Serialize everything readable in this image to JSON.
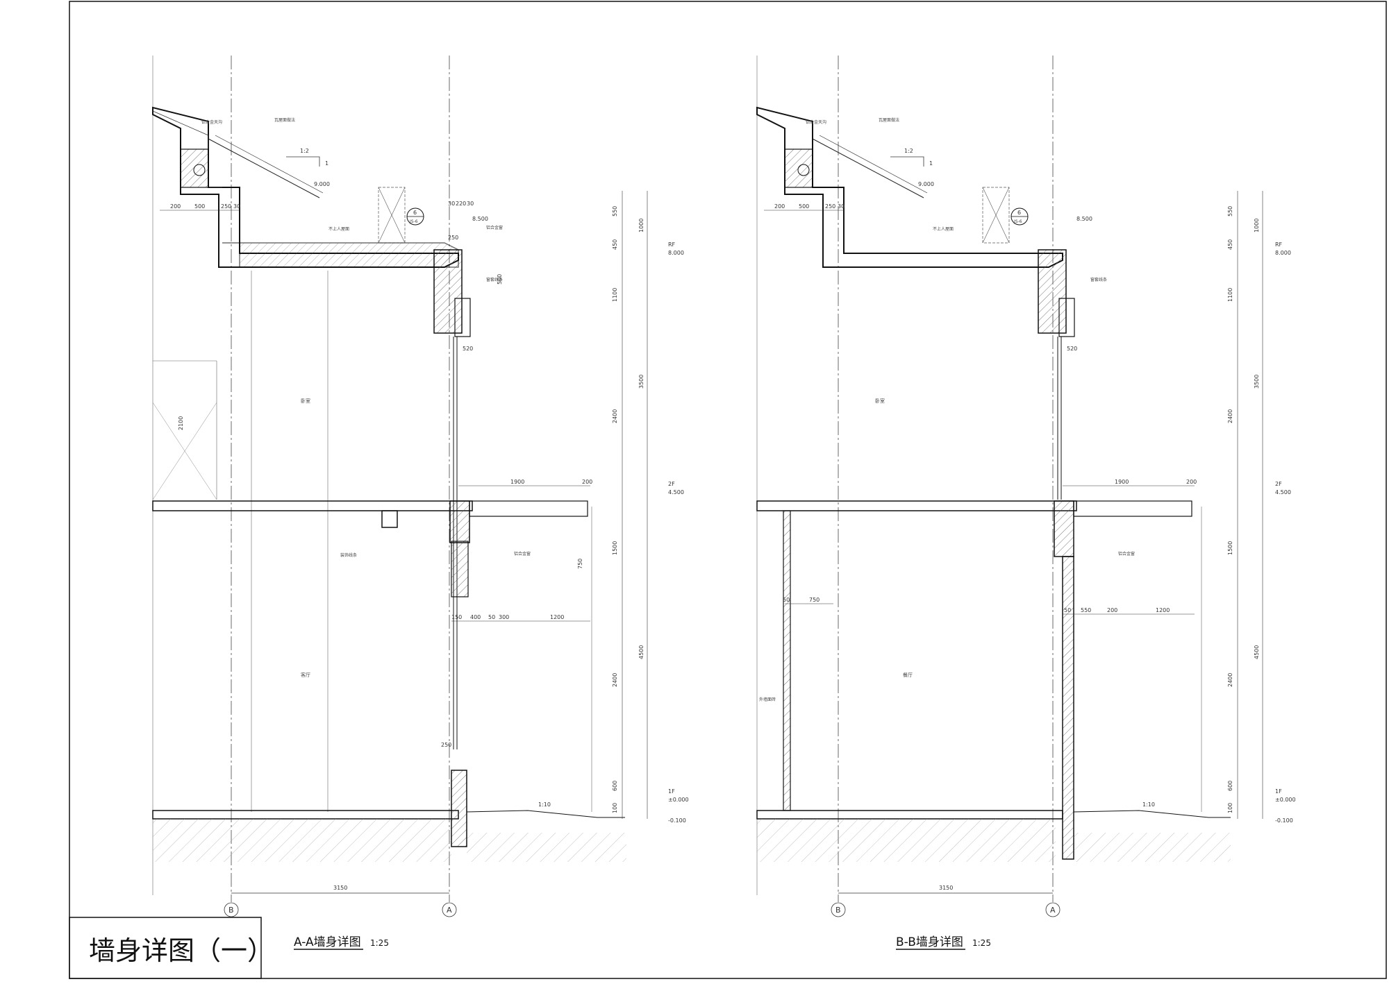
{
  "sheet": {
    "title": "墙身详图（一）",
    "views": [
      {
        "label": "A-A墙身详图",
        "scale": "1:25"
      },
      {
        "label": "B-B墙身详图",
        "scale": "1:25"
      }
    ]
  },
  "grid_labels": {
    "b": "B",
    "a": "A"
  },
  "dims": {
    "span": "3150",
    "v_550": "550",
    "v_450": "450",
    "v_1000": "1000",
    "v_1100": "1100",
    "v_3500": "3500",
    "v_2400": "2400",
    "v_1500": "1500",
    "v_4500": "4500",
    "v_600": "600",
    "v_750": "750",
    "v_500": "500",
    "v_100": "100",
    "v_2100": "2100",
    "h_200": "200",
    "h_500": "500",
    "h_250": "250",
    "h_30": "30",
    "h_220": "220",
    "h_520": "520",
    "h_1900": "1900",
    "h_400": "400",
    "h_300": "300",
    "h_1200": "1200",
    "h_550": "550",
    "h_150": "150",
    "h_50": "50",
    "h_750": "750"
  },
  "levels": {
    "roof": "8.000",
    "roof_tag": "RF",
    "floor2": "4.500",
    "floor2_tag": "2F",
    "floor1": "±0.000",
    "floor1_tag": "1F",
    "ground": "-0.100",
    "parapet": "8.500",
    "eave": "9.000"
  },
  "slopes": {
    "roof": "1:2",
    "ground": "1:10",
    "roof_ratio": "1"
  },
  "detail_tag": {
    "num": "6",
    "ref": "JS-6"
  },
  "rooms": {
    "a_upper": "卧室",
    "a_lower": "客厅",
    "b_upper": "卧室",
    "b_lower": "餐厅"
  },
  "notes": {
    "roof_tile": "瓦屋面做法",
    "gutter": "铝合金天沟",
    "flat_roof": "不上人屋面",
    "window_head": "窗套线条",
    "window_label": "铝合金窗",
    "beam": "装饰线条",
    "wall_note": "外墙面砖"
  }
}
